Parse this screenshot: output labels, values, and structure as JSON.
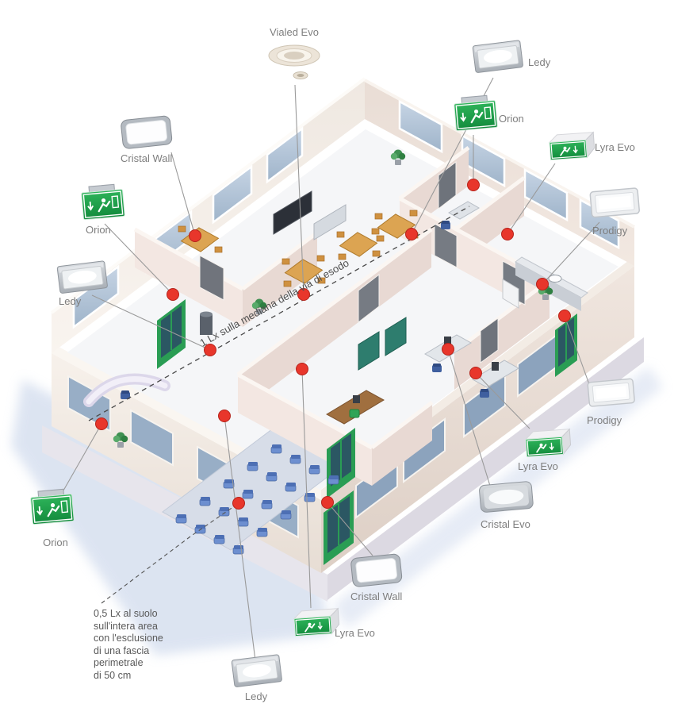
{
  "diagram": {
    "type": "emergency-lighting-isometric-floorplan",
    "annotations": {
      "escape_route": "1 Lx sulla mediana della via di esodo",
      "perimeter_note": "0,5 Lx al suolo\nsull'intera area\ncon l'esclusione\ndi una fascia\nperimetrale\ndi 50 cm"
    },
    "products": [
      {
        "id": "vialed-evo",
        "label": "Vialed Evo"
      },
      {
        "id": "ledy-top",
        "label": "Ledy"
      },
      {
        "id": "orion-right",
        "label": "Orion"
      },
      {
        "id": "lyra-evo-right",
        "label": "Lyra Evo"
      },
      {
        "id": "prodigy-top",
        "label": "Prodigy"
      },
      {
        "id": "prodigy-mid",
        "label": "Prodigy"
      },
      {
        "id": "lyra-evo-mid",
        "label": "Lyra Evo"
      },
      {
        "id": "cristal-evo",
        "label": "Cristal Evo"
      },
      {
        "id": "cristal-wall-bottom",
        "label": "Cristal Wall"
      },
      {
        "id": "lyra-evo-bottom",
        "label": "Lyra Evo"
      },
      {
        "id": "ledy-bottom",
        "label": "Ledy"
      },
      {
        "id": "orion-left-bottom",
        "label": "Orion"
      },
      {
        "id": "ledy-left",
        "label": "Ledy"
      },
      {
        "id": "orion-left-top",
        "label": "Orion"
      },
      {
        "id": "cristal-wall-left",
        "label": "Cristal Wall"
      }
    ],
    "colors": {
      "marker_red": "#e8362b",
      "exit_green": "#22a24c",
      "window_blue": "#bccbdd",
      "wall_pink": "#f3e7e2",
      "callout_line": "#9a9a9a",
      "label_text": "#7e7e7e"
    }
  }
}
